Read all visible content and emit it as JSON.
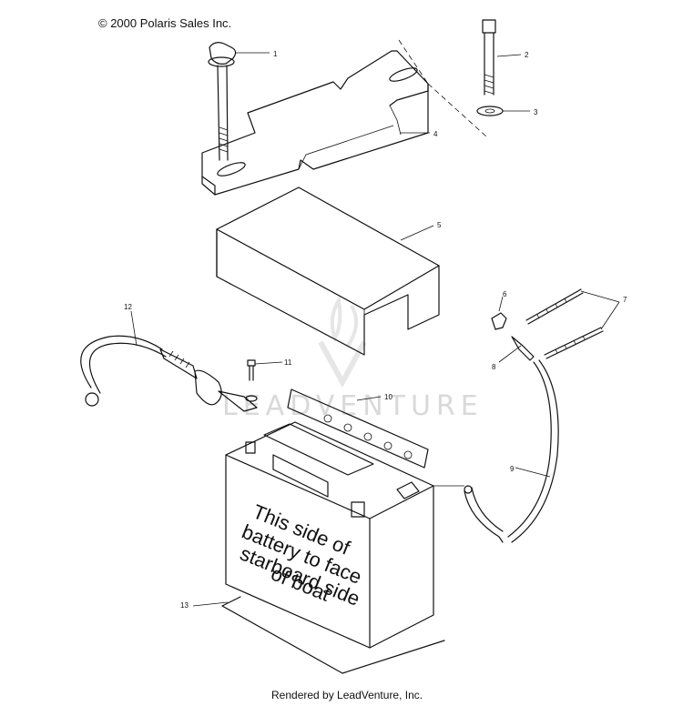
{
  "copyright": "© 2000 Polaris Sales Inc.",
  "rendered_by": "Rendered by LeadVenture, Inc.",
  "watermark": "LEADVENTURE",
  "battery_label": [
    "This side of",
    "battery to face",
    "starboard side",
    "of boat"
  ],
  "callouts": {
    "c1": "1",
    "c2": "2",
    "c3": "3",
    "c4": "4",
    "c5": "5",
    "c6": "6",
    "c7": "7",
    "c8": "8",
    "c9": "9",
    "c10": "10",
    "c11": "11",
    "c12": "12",
    "c13": "13"
  }
}
